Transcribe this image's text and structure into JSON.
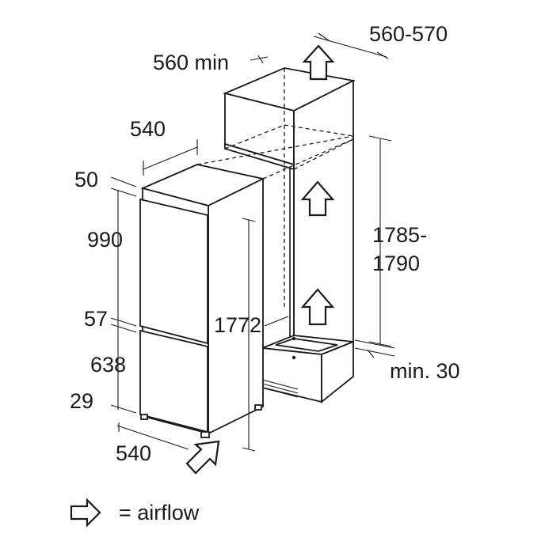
{
  "dimensions": {
    "niche_depth": "560-570",
    "niche_depth_min": "560 min",
    "appliance_depth_top": "540",
    "top_gap": "50",
    "upper_door": "990",
    "door_gap": "57",
    "lower_door": "638",
    "plinth": "29",
    "appliance_depth_bottom": "540",
    "appliance_height": "1772",
    "niche_height_line1": "1785-",
    "niche_height_line2": "1790",
    "vent_gap": "min. 30"
  },
  "legend": {
    "text": "= airflow",
    "icon": "airflow-arrow-icon"
  }
}
